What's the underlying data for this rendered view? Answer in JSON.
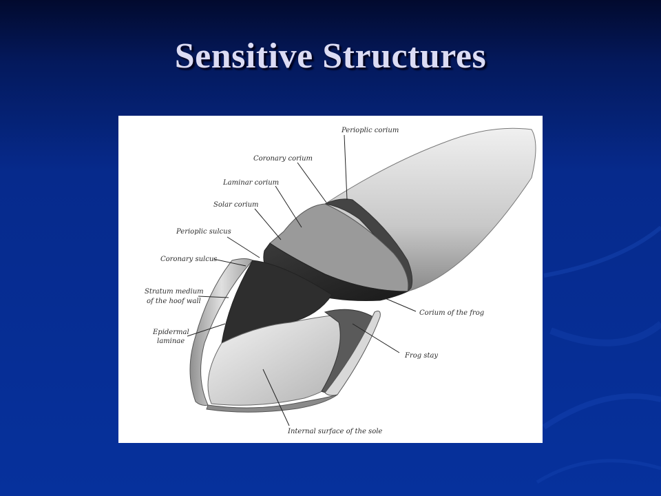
{
  "slide": {
    "title": "Sensitive Structures"
  },
  "diagram": {
    "labels": {
      "perioplic_corium": "Perioplic corium",
      "coronary_corium": "Coronary corium",
      "laminar_corium": "Laminar corium",
      "solar_corium": "Solar corium",
      "perioplic_sulcus": "Perioplic sulcus",
      "coronary_sulcus": "Coronary sulcus",
      "stratum_medium_1": "Stratum medium",
      "stratum_medium_2": "of the hoof wall",
      "epidermal_laminae_1": "Epidermal",
      "epidermal_laminae_2": "laminae",
      "corium_of_frog": "Corium of the frog",
      "frog_stay": "Frog stay",
      "internal_sole": "Internal surface of the sole"
    }
  }
}
